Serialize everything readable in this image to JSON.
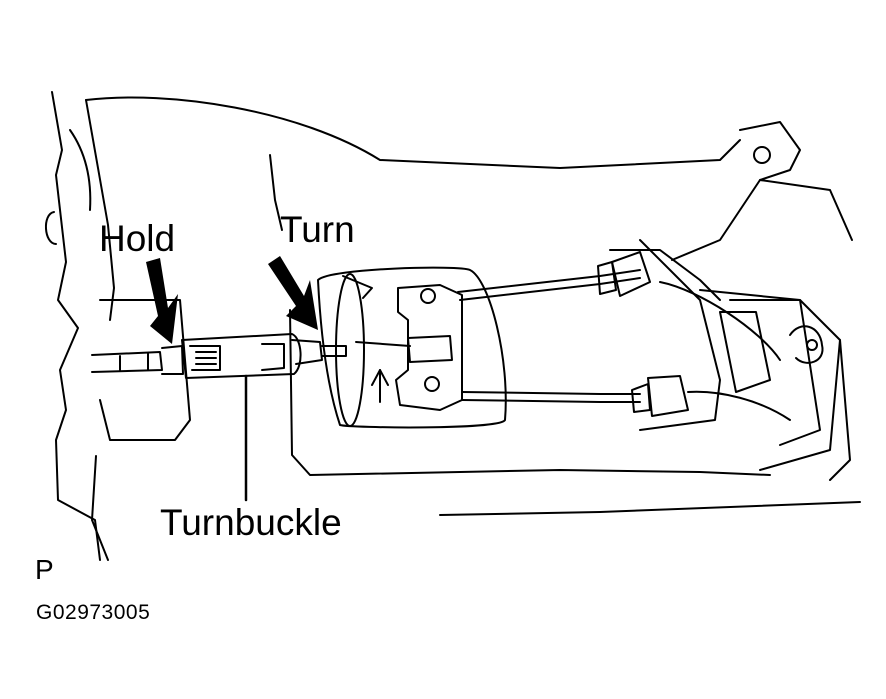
{
  "labels": {
    "hold": "Hold",
    "turn": "Turn",
    "turnbuckle": "Turnbuckle",
    "view": "P",
    "figure_code": "G02973005"
  },
  "colors": {
    "line": "#000000",
    "background": "#ffffff"
  }
}
